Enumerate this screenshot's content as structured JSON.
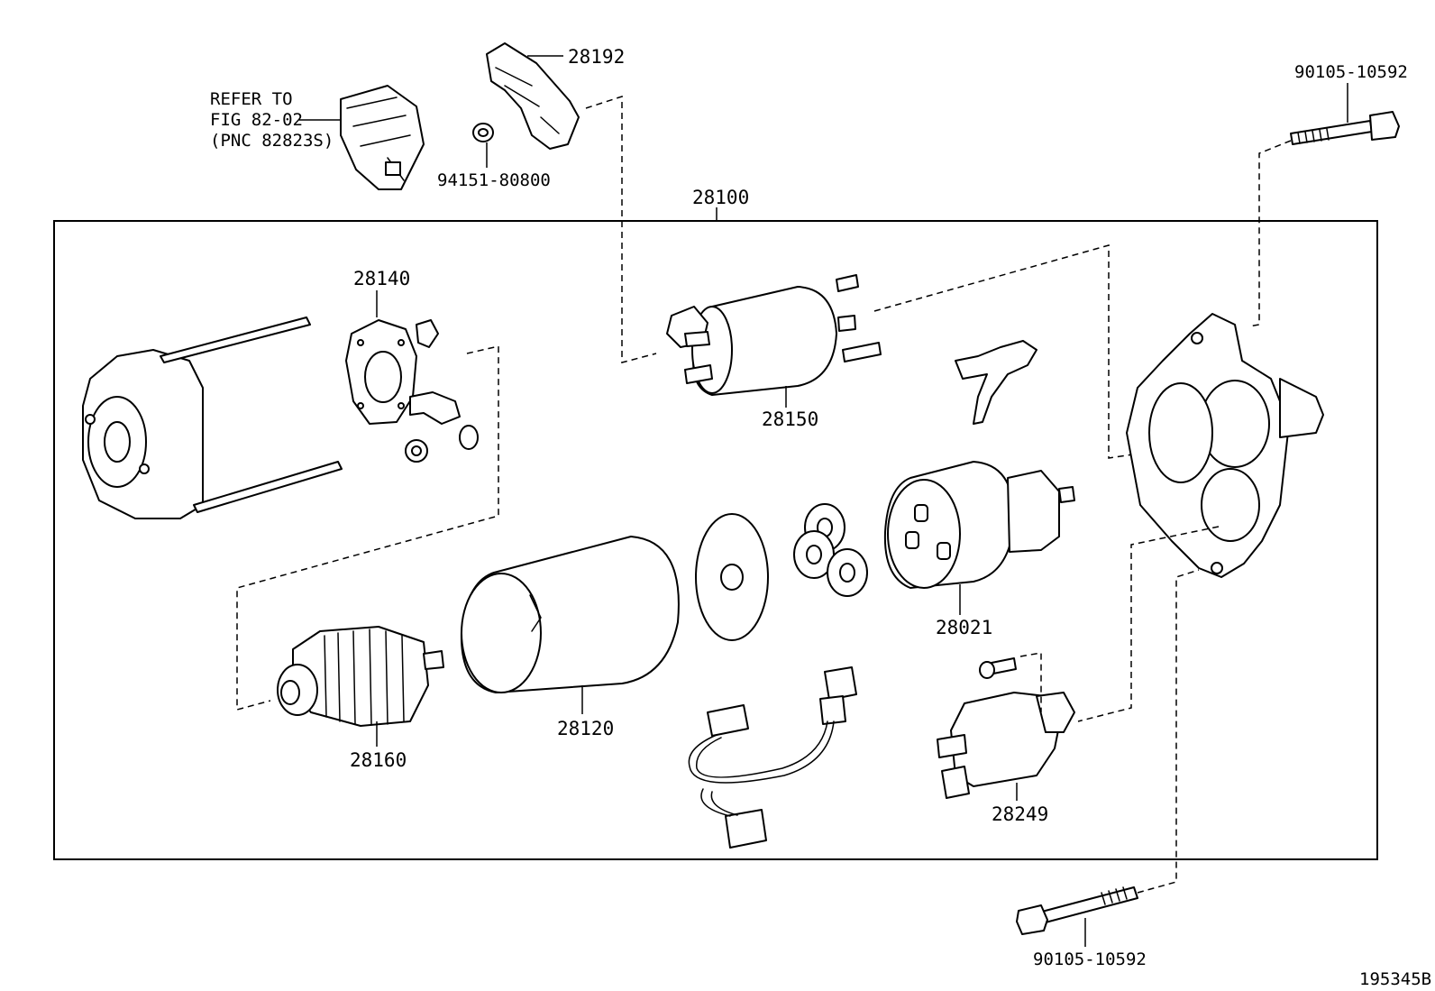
{
  "labels": {
    "p28192": "28192",
    "refer_line1": "REFER TO",
    "refer_line2": "FIG 82-02",
    "refer_line3": "(PNC 82823S)",
    "p94151": "94151-80800",
    "p28100": "28100",
    "p90105_top": "90105-10592",
    "p28140": "28140",
    "p28150": "28150",
    "p28021": "28021",
    "p28120": "28120",
    "p28160": "28160",
    "p28249": "28249",
    "p90105_bottom": "90105-10592",
    "figure_code": "195345B"
  }
}
